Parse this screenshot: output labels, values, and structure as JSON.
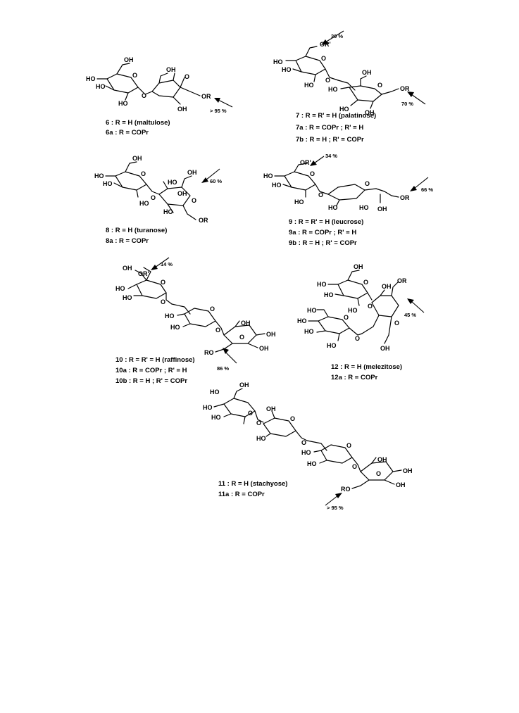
{
  "compounds": [
    {
      "id": "6",
      "ring_labels": [
        "OH",
        "HO",
        "HO",
        "HO",
        "O",
        "O",
        "OH",
        "O",
        "OR",
        "OH"
      ],
      "pct": [
        "> 95 %"
      ],
      "captions": [
        "6   :  R = H  (maltulose)",
        "6a :  R = COPr"
      ]
    },
    {
      "id": "7",
      "ring_labels": [
        "OR'",
        "HO",
        "HO",
        "HO",
        "O",
        "O",
        "O",
        "OH",
        "HO",
        "HO",
        "OR",
        "OH"
      ],
      "pct": [
        "30 %",
        "70 %"
      ],
      "captions": [
        "7   : R = R' = H (palatinose)",
        "7a : R = COPr ; R' = H",
        "7b : R = H ; R' = COPr"
      ]
    },
    {
      "id": "8",
      "ring_labels": [
        "OH",
        "HO",
        "HO",
        "HO",
        "O",
        "O",
        "HO",
        "OH",
        "HO",
        "O",
        "OH",
        "OR"
      ],
      "pct": [
        "60 %"
      ],
      "captions": [
        "8   :  R = H  (turanose)",
        "8a :  R = COPr"
      ]
    },
    {
      "id": "9",
      "ring_labels": [
        "OR'",
        "HO",
        "HO",
        "HO",
        "O",
        "O",
        "O",
        "HO",
        "OR",
        "OH",
        "HO"
      ],
      "pct": [
        "34 %",
        "66 %"
      ],
      "captions": [
        "9   : R = R' = H (leucrose)",
        "9a : R = COPr ; R' = H",
        "9b : R = H ; R' = COPr"
      ]
    },
    {
      "id": "10",
      "ring_labels": [
        "OH",
        "OR'",
        "HO",
        "HO",
        "O",
        "O",
        "HO",
        "HO",
        "O",
        "O",
        "OH",
        "OH",
        "OH",
        "RO",
        "O"
      ],
      "pct": [
        "14 %",
        "86 %"
      ],
      "captions": [
        "10   : R = R' = H (raffinose)",
        "10a : R = COPr ; R' = H",
        "10b : R = H ; R' = COPr"
      ]
    },
    {
      "id": "12",
      "ring_labels": [
        "OH",
        "HO",
        "HO",
        "HO",
        "O",
        "O",
        "OH",
        "O",
        "OR",
        "HO",
        "HO",
        "HO",
        "HO",
        "O",
        "O",
        "OH"
      ],
      "pct": [
        "45 %"
      ],
      "captions": [
        "12   :  R = H  (melezitose)",
        "12a :  R = COPr"
      ]
    },
    {
      "id": "11",
      "ring_labels": [
        "HO",
        "OH",
        "HO",
        "HO",
        "O",
        "OH",
        "O",
        "HO",
        "O",
        "O",
        "HO",
        "HO",
        "O",
        "O",
        "OH",
        "OH",
        "OH",
        "RO",
        "O"
      ],
      "pct": [
        "> 95 %"
      ],
      "captions": [
        "11   :  R = H  (stachyose)",
        "11a :  R = COPr"
      ]
    }
  ]
}
